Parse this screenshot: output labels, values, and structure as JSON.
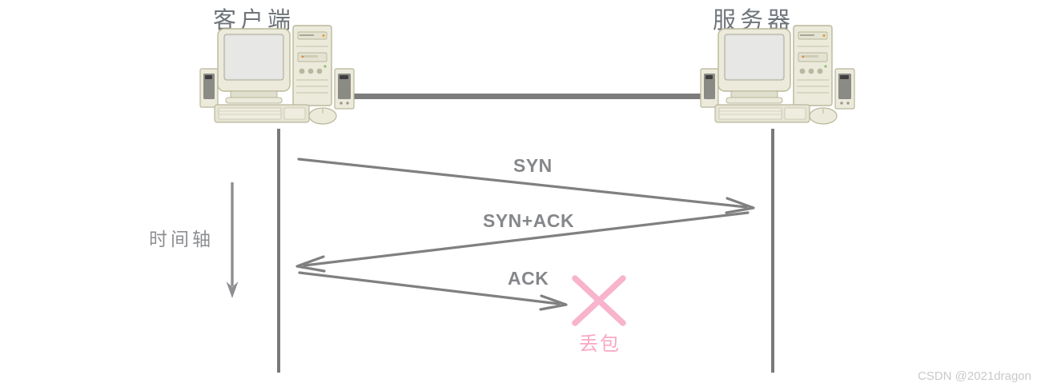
{
  "diagram": {
    "title": "TCP three-way handshake with lost ACK",
    "colors": {
      "line": "#808080",
      "lifeline": "#77797b",
      "label_text": "#85878a",
      "title_text": "#6f7479",
      "loss_pink": "#f8b4cc",
      "loss_pink_text": "#f9a8c4",
      "cable": "#7c7c7c",
      "watermark": "#c9c9c9",
      "case_body": "#eceadb",
      "case_edge": "#b9b89a",
      "screen": "#e2e3e1",
      "speaker_dark": "#8b8b86"
    }
  },
  "endpoints": {
    "client": {
      "label": "客户端",
      "icon": "desktop-computer-icon"
    },
    "server": {
      "label": "服务器",
      "icon": "desktop-computer-icon"
    }
  },
  "network": {
    "cable_label": "",
    "icon": "network-cable-icon"
  },
  "time_axis": {
    "label": "时间轴",
    "direction": "down",
    "icon": "down-arrow-icon"
  },
  "messages": [
    {
      "name": "syn",
      "label": "SYN",
      "from": "client",
      "to": "server",
      "delivered": true
    },
    {
      "name": "syn-ack",
      "label": "SYN+ACK",
      "from": "server",
      "to": "client",
      "delivered": true
    },
    {
      "name": "ack",
      "label": "ACK",
      "from": "client",
      "to": "server",
      "delivered": false
    }
  ],
  "packet_loss": {
    "label": "丢包",
    "marker": "x-cross-icon"
  },
  "watermark": {
    "text": "CSDN @2021dragon"
  }
}
